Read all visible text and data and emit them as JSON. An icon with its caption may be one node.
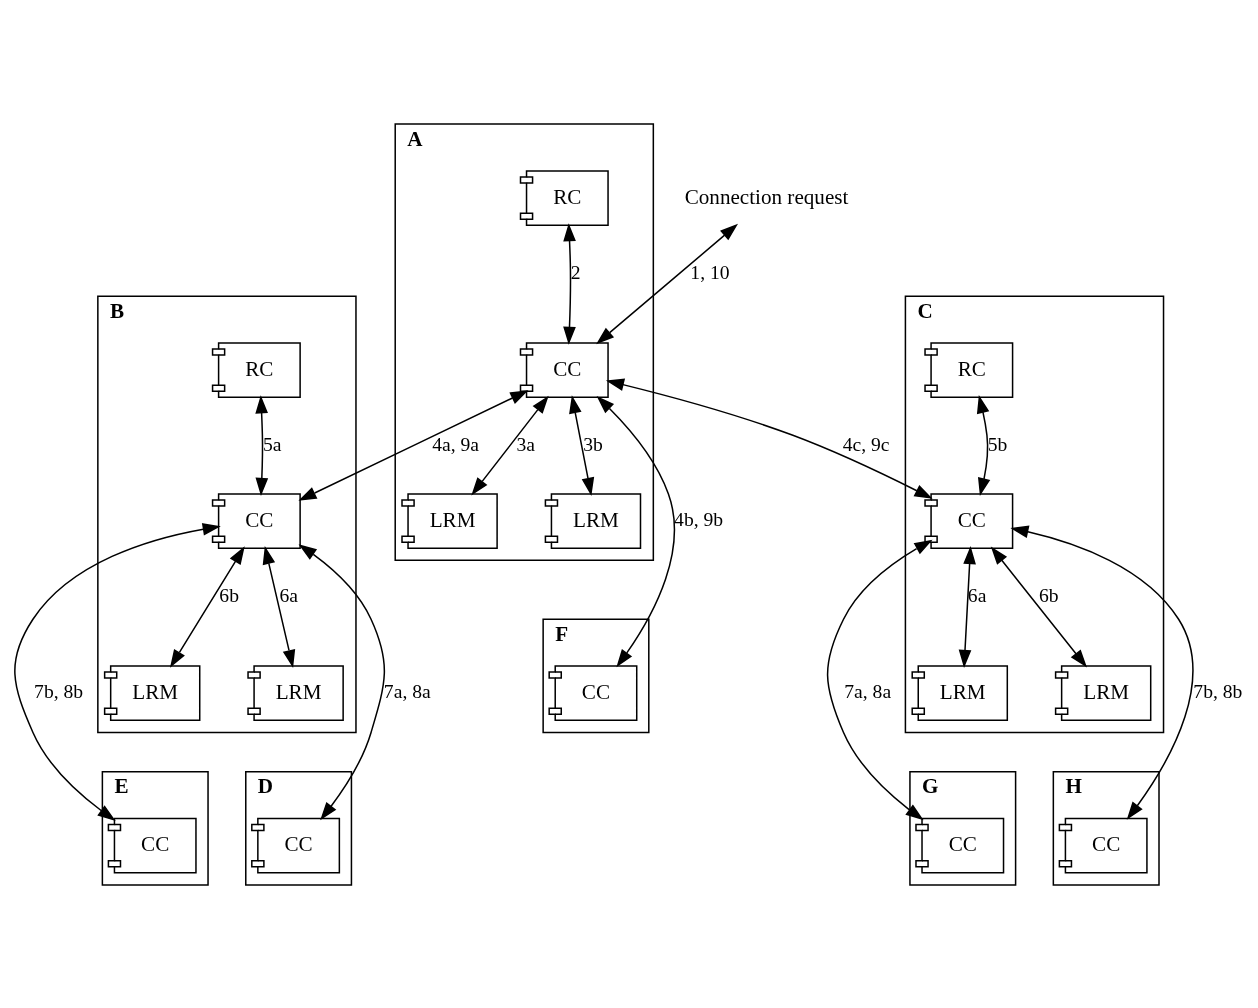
{
  "diagram": {
    "nodes": [
      {
        "text": [
          "Connection request"
        ]
      },
      {
        "text": [
          "A"
        ]
      },
      {
        "text": [
          "RC"
        ],
        "in": 1
      },
      {
        "text": [
          "CC"
        ],
        "in": 1
      },
      {
        "text": [
          "LRM"
        ],
        "in": 1
      },
      {
        "text": [
          "LRM"
        ],
        "in": 1
      },
      {
        "text": [
          "B"
        ]
      },
      {
        "text": [
          "RC"
        ],
        "in": 6
      },
      {
        "text": [
          "CC"
        ],
        "in": 6
      },
      {
        "text": [
          "LRM"
        ],
        "in": 6
      },
      {
        "text": [
          "LRM"
        ],
        "in": 6
      },
      {
        "text": [
          "F"
        ]
      },
      {
        "text": [
          "CC"
        ],
        "in": 11
      },
      {
        "text": [
          "C"
        ]
      },
      {
        "text": [
          "RC"
        ],
        "in": 13
      },
      {
        "text": [
          "CC"
        ],
        "in": 13
      },
      {
        "text": [
          "LRM"
        ],
        "in": 13
      },
      {
        "text": [
          "LRM"
        ],
        "in": 13
      },
      {
        "text": [
          "D"
        ]
      },
      {
        "text": [
          "CC"
        ],
        "in": 18
      },
      {
        "text": [
          "E"
        ]
      },
      {
        "text": [
          "CC"
        ],
        "in": 20
      },
      {
        "text": [
          "G"
        ]
      },
      {
        "text": [
          "CC"
        ],
        "in": 22
      },
      {
        "text": [
          "H"
        ]
      },
      {
        "text": [
          "CC"
        ],
        "in": 24
      }
    ],
    "edges": [
      {
        "from": 0,
        "to": 3,
        "arrow": "both",
        "label": "1, 10"
      },
      {
        "from": 3,
        "to": 2,
        "arrow": "both",
        "label": "2"
      },
      {
        "from": 3,
        "to": 4,
        "arrow": "both",
        "label": "3a"
      },
      {
        "from": 3,
        "to": 5,
        "arrow": "both",
        "label": "3b"
      },
      {
        "from": 3,
        "to": 8,
        "arrow": "both",
        "label": "4a, 9a"
      },
      {
        "from": 3,
        "to": 12,
        "arrow": "both",
        "label": "4b, 9b"
      },
      {
        "from": 3,
        "to": 15,
        "arrow": "both",
        "label": "4c, 9c"
      },
      {
        "from": 8,
        "to": 7,
        "arrow": "both",
        "label": "5a"
      },
      {
        "from": 8,
        "to": 9,
        "arrow": "both",
        "label": "6a"
      },
      {
        "from": 8,
        "to": 10,
        "arrow": "both",
        "label": "6b"
      },
      {
        "from": 8,
        "to": 19,
        "arrow": "both",
        "label": "7a, 8a"
      },
      {
        "from": 8,
        "to": 21,
        "arrow": "both",
        "label": "7b, 8b"
      },
      {
        "from": 15,
        "to": 14,
        "arrow": "both",
        "label": "5b"
      },
      {
        "from": 15,
        "to": 16,
        "arrow": "both",
        "label": "6a"
      },
      {
        "from": 15,
        "to": 17,
        "arrow": "both",
        "label": "6b"
      },
      {
        "from": 15,
        "to": 23,
        "arrow": "both",
        "label": "7a, 8a"
      },
      {
        "from": 15,
        "to": 25,
        "arrow": "both",
        "label": "7b, 8b"
      }
    ]
  }
}
